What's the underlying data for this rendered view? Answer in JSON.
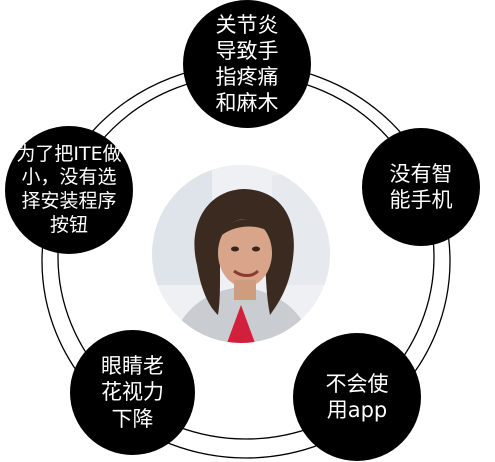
{
  "nodes": {
    "top": "关节炎导致手指疼痛和麻木",
    "right": "没有智能手机",
    "left": "为了把ITE做小，没有选择安装程序按钮",
    "bottom_left": "眼睛老花视力下降",
    "bottom_right": "不会使用app"
  },
  "colors": {
    "node_fill": "#000000",
    "node_text": "#ffffff",
    "ring_stroke": "#000000",
    "background": "#ffffff"
  },
  "center_image": "woman-portrait-photo"
}
